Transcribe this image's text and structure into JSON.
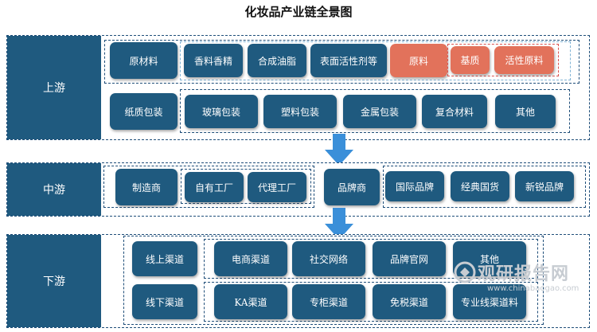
{
  "title": "化妆品产业链全景图",
  "upstream": {
    "label": "上游",
    "raw_materials": {
      "category": "原材料",
      "items": [
        "香料香精",
        "合成油脂",
        "表面活性剂等"
      ],
      "highlight": {
        "label": "原料",
        "items": [
          "基质",
          "活性原料"
        ]
      }
    },
    "packaging": {
      "category": "纸质包装",
      "items": [
        "玻璃包装",
        "塑料包装",
        "金属包装",
        "复合材料",
        "其他"
      ]
    }
  },
  "midstream": {
    "label": "中游",
    "manufacturers": {
      "category": "制造商",
      "items": [
        "自有工厂",
        "代理工厂"
      ]
    },
    "brands": {
      "category": "品牌商",
      "items": [
        "国际品牌",
        "经典国货",
        "新锐品牌"
      ]
    }
  },
  "downstream": {
    "label": "下游",
    "online": {
      "category": "线上渠道",
      "items": [
        "电商渠道",
        "社交网络",
        "品牌官网",
        "其他"
      ]
    },
    "offline": {
      "category": "线下渠道",
      "items": [
        "KA渠道",
        "专柜渠道",
        "免税渠道",
        "专业线渠道料"
      ]
    }
  },
  "watermark": {
    "main": "观研报告网",
    "sub": "www.chinabaogao.com"
  },
  "colors": {
    "box": "#1f5a7f",
    "highlight": "#e2725b",
    "border": "#1f4e79",
    "arrow": "#3a8fd9"
  }
}
